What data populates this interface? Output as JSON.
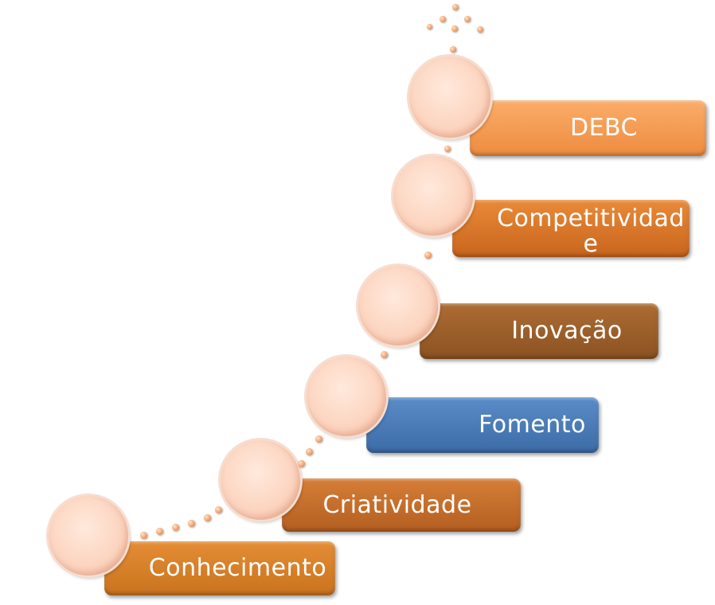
{
  "diagram": {
    "steps": [
      {
        "label": "Conhecimento",
        "color": "#d8812a"
      },
      {
        "label": "Criatividade",
        "color": "#c8702e"
      },
      {
        "label": "Fomento",
        "color": "#4f81bd"
      },
      {
        "label": "Inovação",
        "color": "#a0622c"
      },
      {
        "label": "Competitividad e",
        "color": "#dc7a2b"
      },
      {
        "label": "DEBC",
        "color": "#f79c54"
      }
    ]
  }
}
